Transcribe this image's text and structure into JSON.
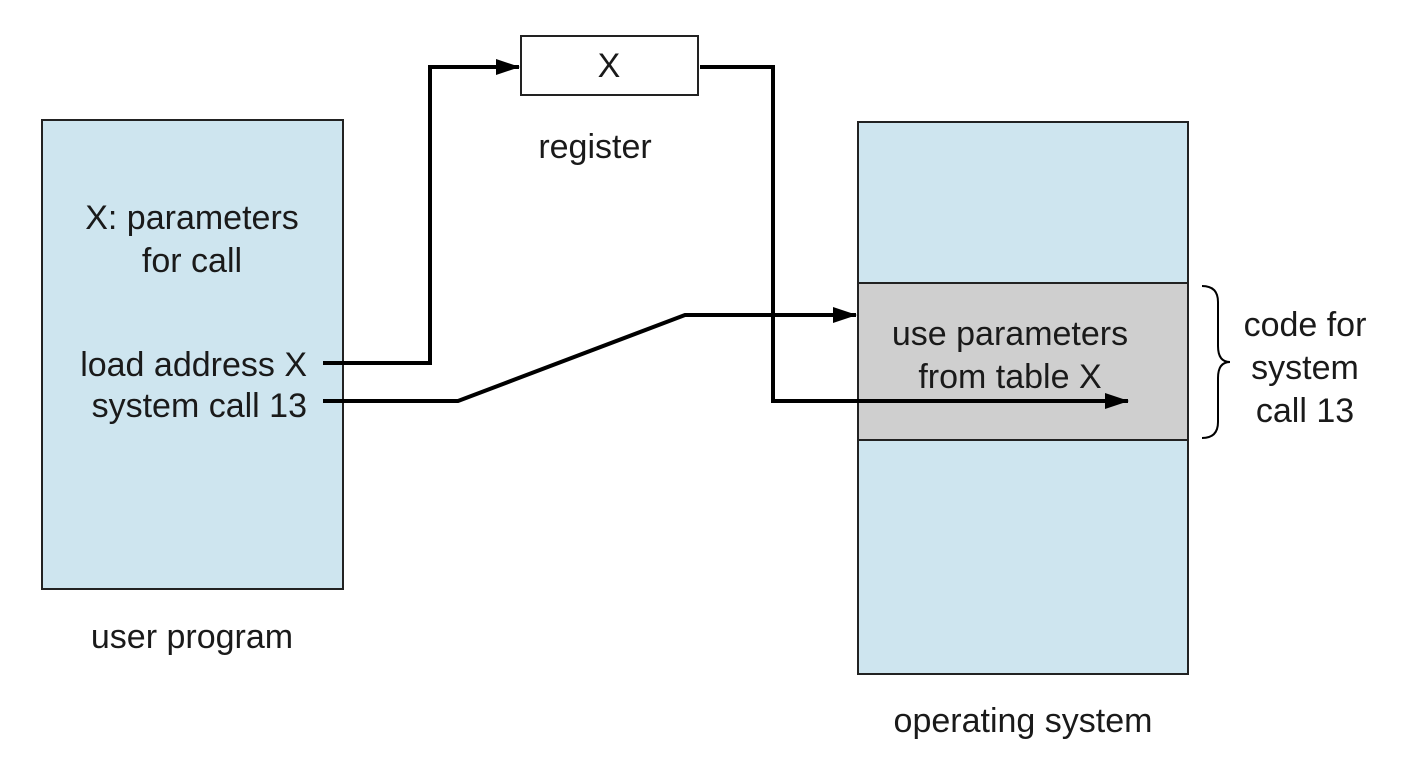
{
  "colors": {
    "memory_fill": "#cee5ef",
    "code_block_fill": "#cfcfcf",
    "register_fill": "#ffffff",
    "line": "#000000"
  },
  "user_program": {
    "caption": "user program",
    "params_line1": "X: parameters",
    "params_line2": "for call",
    "load_line": "load address X",
    "syscall_line": "system call 13"
  },
  "register": {
    "value": "X",
    "caption": "register"
  },
  "operating_system": {
    "caption": "operating system",
    "code_line1": "use parameters",
    "code_line2": "from table X"
  },
  "brace_label": {
    "line1": "code for",
    "line2": "system",
    "line3": "call 13"
  },
  "edges": [
    {
      "from": "load-address-x",
      "to": "register"
    },
    {
      "from": "system-call-13",
      "to": "code-for-system-call-13"
    },
    {
      "from": "register",
      "to": "use-parameters-from-table-x"
    }
  ]
}
